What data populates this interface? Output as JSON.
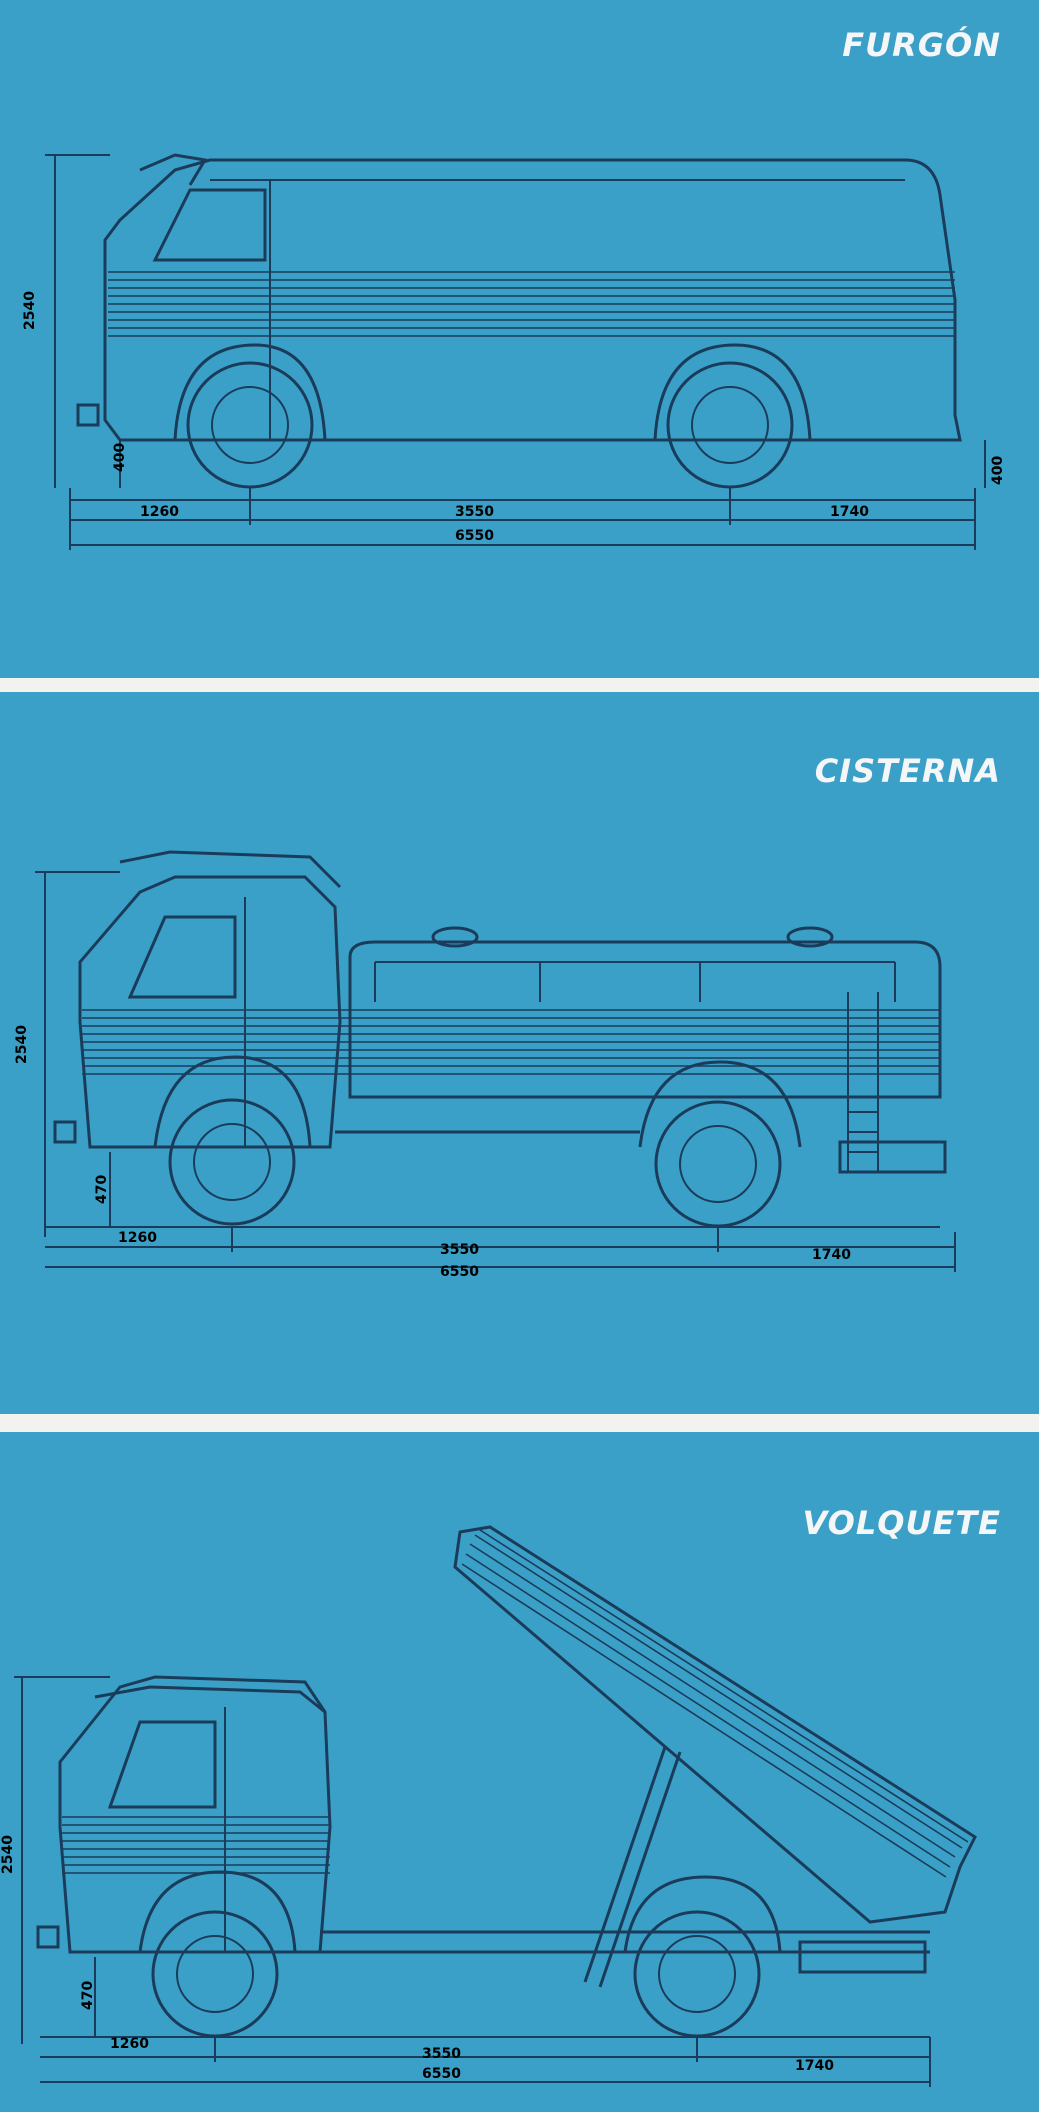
{
  "panels": [
    {
      "title": "FURGÓN",
      "height": "2540",
      "ground": "400",
      "rear_ground": "400",
      "front": "1260",
      "wheelbase": "3550",
      "rear": "1740",
      "total": "6550"
    },
    {
      "title": "CISTERNA",
      "height": "2540",
      "ground": "470",
      "front": "1260",
      "wheelbase": "3550",
      "rear": "1740",
      "total": "6550"
    },
    {
      "title": "VOLQUETE",
      "height": "2540",
      "ground": "470",
      "front": "1260",
      "wheelbase": "3550",
      "rear": "1740",
      "total": "6550"
    }
  ],
  "colors": {
    "background": "#3ba0c7",
    "ink": "#1a3c5a",
    "separator": "#f2f2ee"
  }
}
